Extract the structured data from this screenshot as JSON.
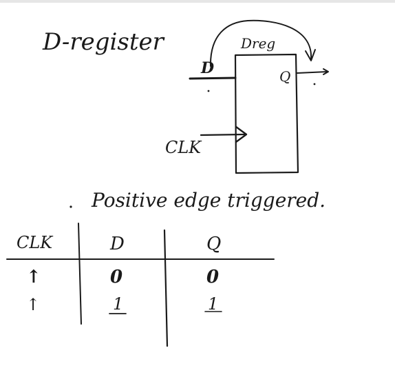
{
  "title": "D-register",
  "block": {
    "name": "Dreg",
    "input_d": "D",
    "output_q": "Q",
    "clock": "CLK"
  },
  "caption": "Positive edge triggered.",
  "table": {
    "headers": [
      "CLK",
      "D",
      "Q"
    ],
    "rows": [
      {
        "clk": "↑",
        "d": "0",
        "q": "0"
      },
      {
        "clk": "↑",
        "d": "1",
        "q": "1"
      }
    ]
  }
}
